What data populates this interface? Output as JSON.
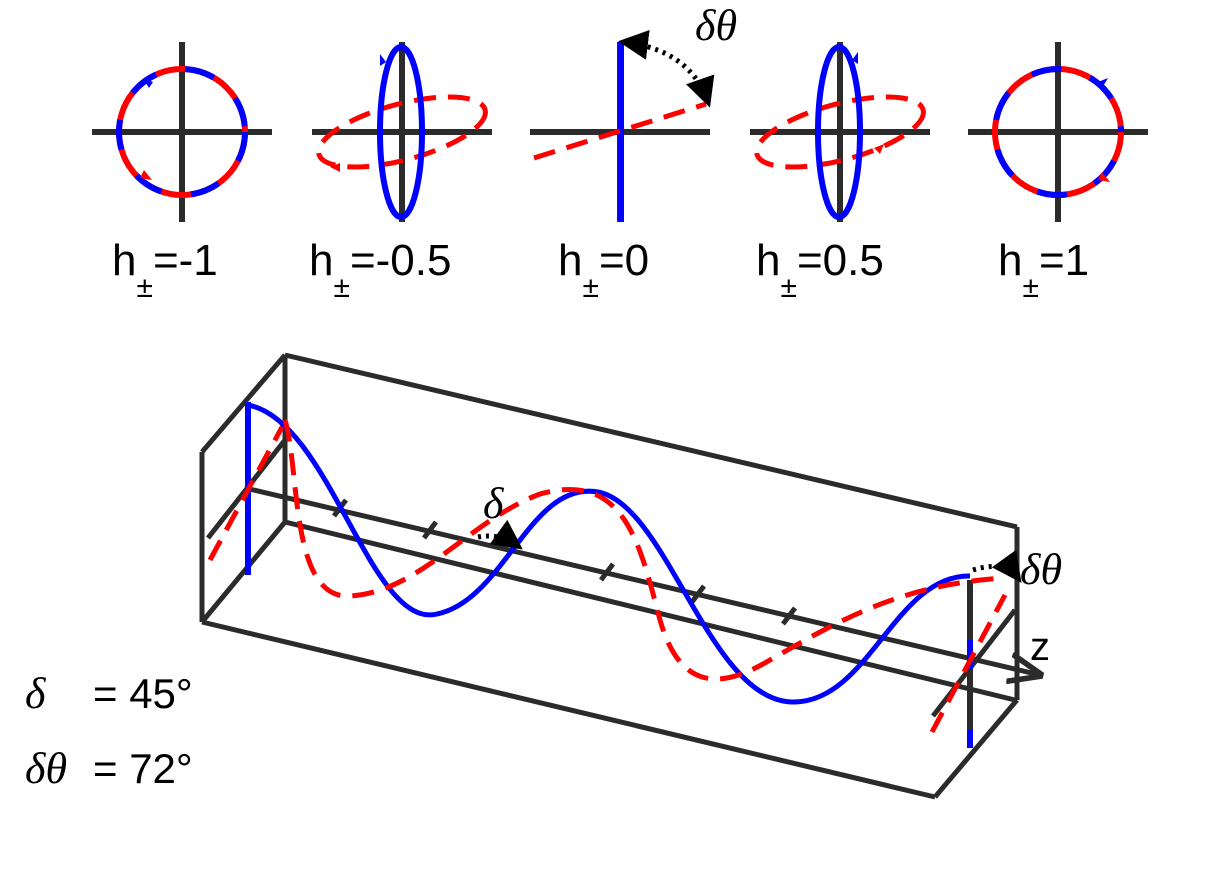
{
  "colors": {
    "axis": "#2b2b2b",
    "blue": "#0000ff",
    "red": "#ff0000",
    "arrow": "#000000"
  },
  "panels": [
    {
      "label_main": "h",
      "label_sub": "±",
      "label_value": "=-1",
      "h": -1
    },
    {
      "label_main": "h",
      "label_sub": "±",
      "label_value": "=-0.5",
      "h": -0.5
    },
    {
      "label_main": "h",
      "label_sub": "±",
      "label_value": "=0",
      "h": 0
    },
    {
      "label_main": "h",
      "label_sub": "±",
      "label_value": "=0.5",
      "h": 0.5
    },
    {
      "label_main": "h",
      "label_sub": "±",
      "label_value": "=1",
      "h": 1
    }
  ],
  "top_annotation": "δθ",
  "wave": {
    "delta_mark": "δ",
    "dtheta_mark": "δθ",
    "axis_label": "z"
  },
  "parameters": {
    "delta_symbol": "δ",
    "delta_value": "= 45°",
    "dtheta_symbol": "δθ",
    "dtheta_value": "= 72°"
  }
}
